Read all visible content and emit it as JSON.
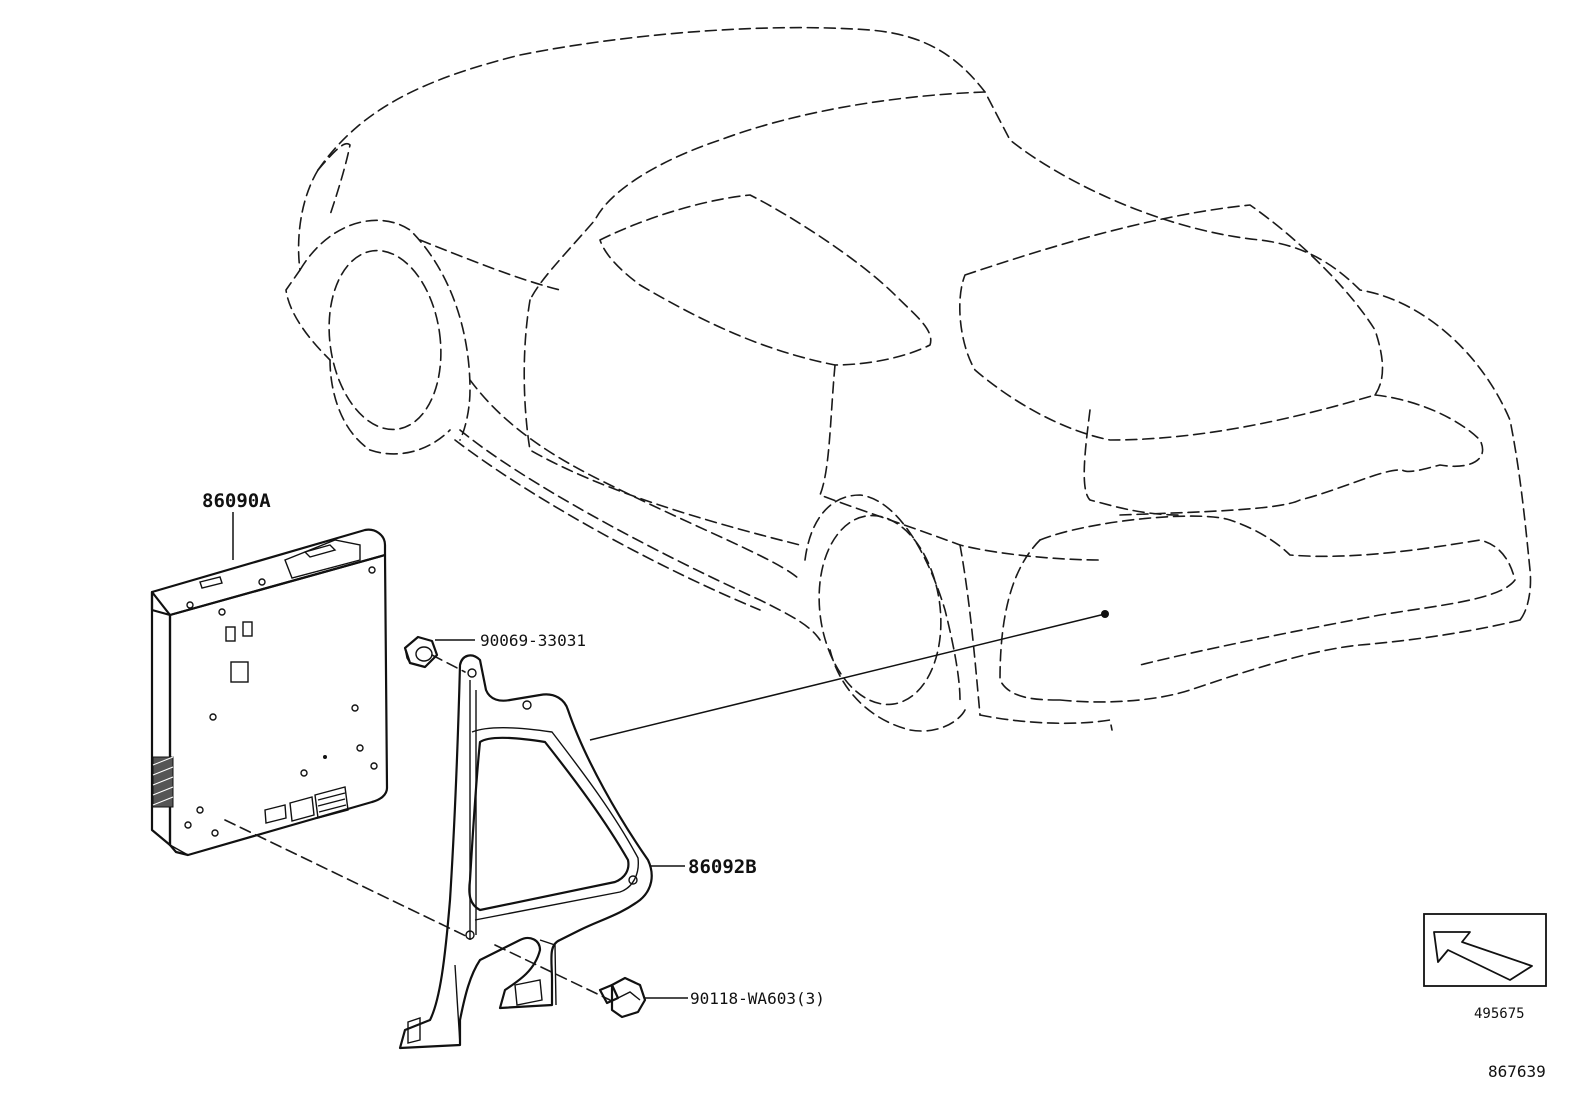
{
  "parts": {
    "module": "86090A",
    "nut": "90069-33031",
    "bracket": "86092B",
    "bolt": "90118-WA603(3)"
  },
  "reference": {
    "view_code": "495675",
    "drawing_code": "867639"
  }
}
